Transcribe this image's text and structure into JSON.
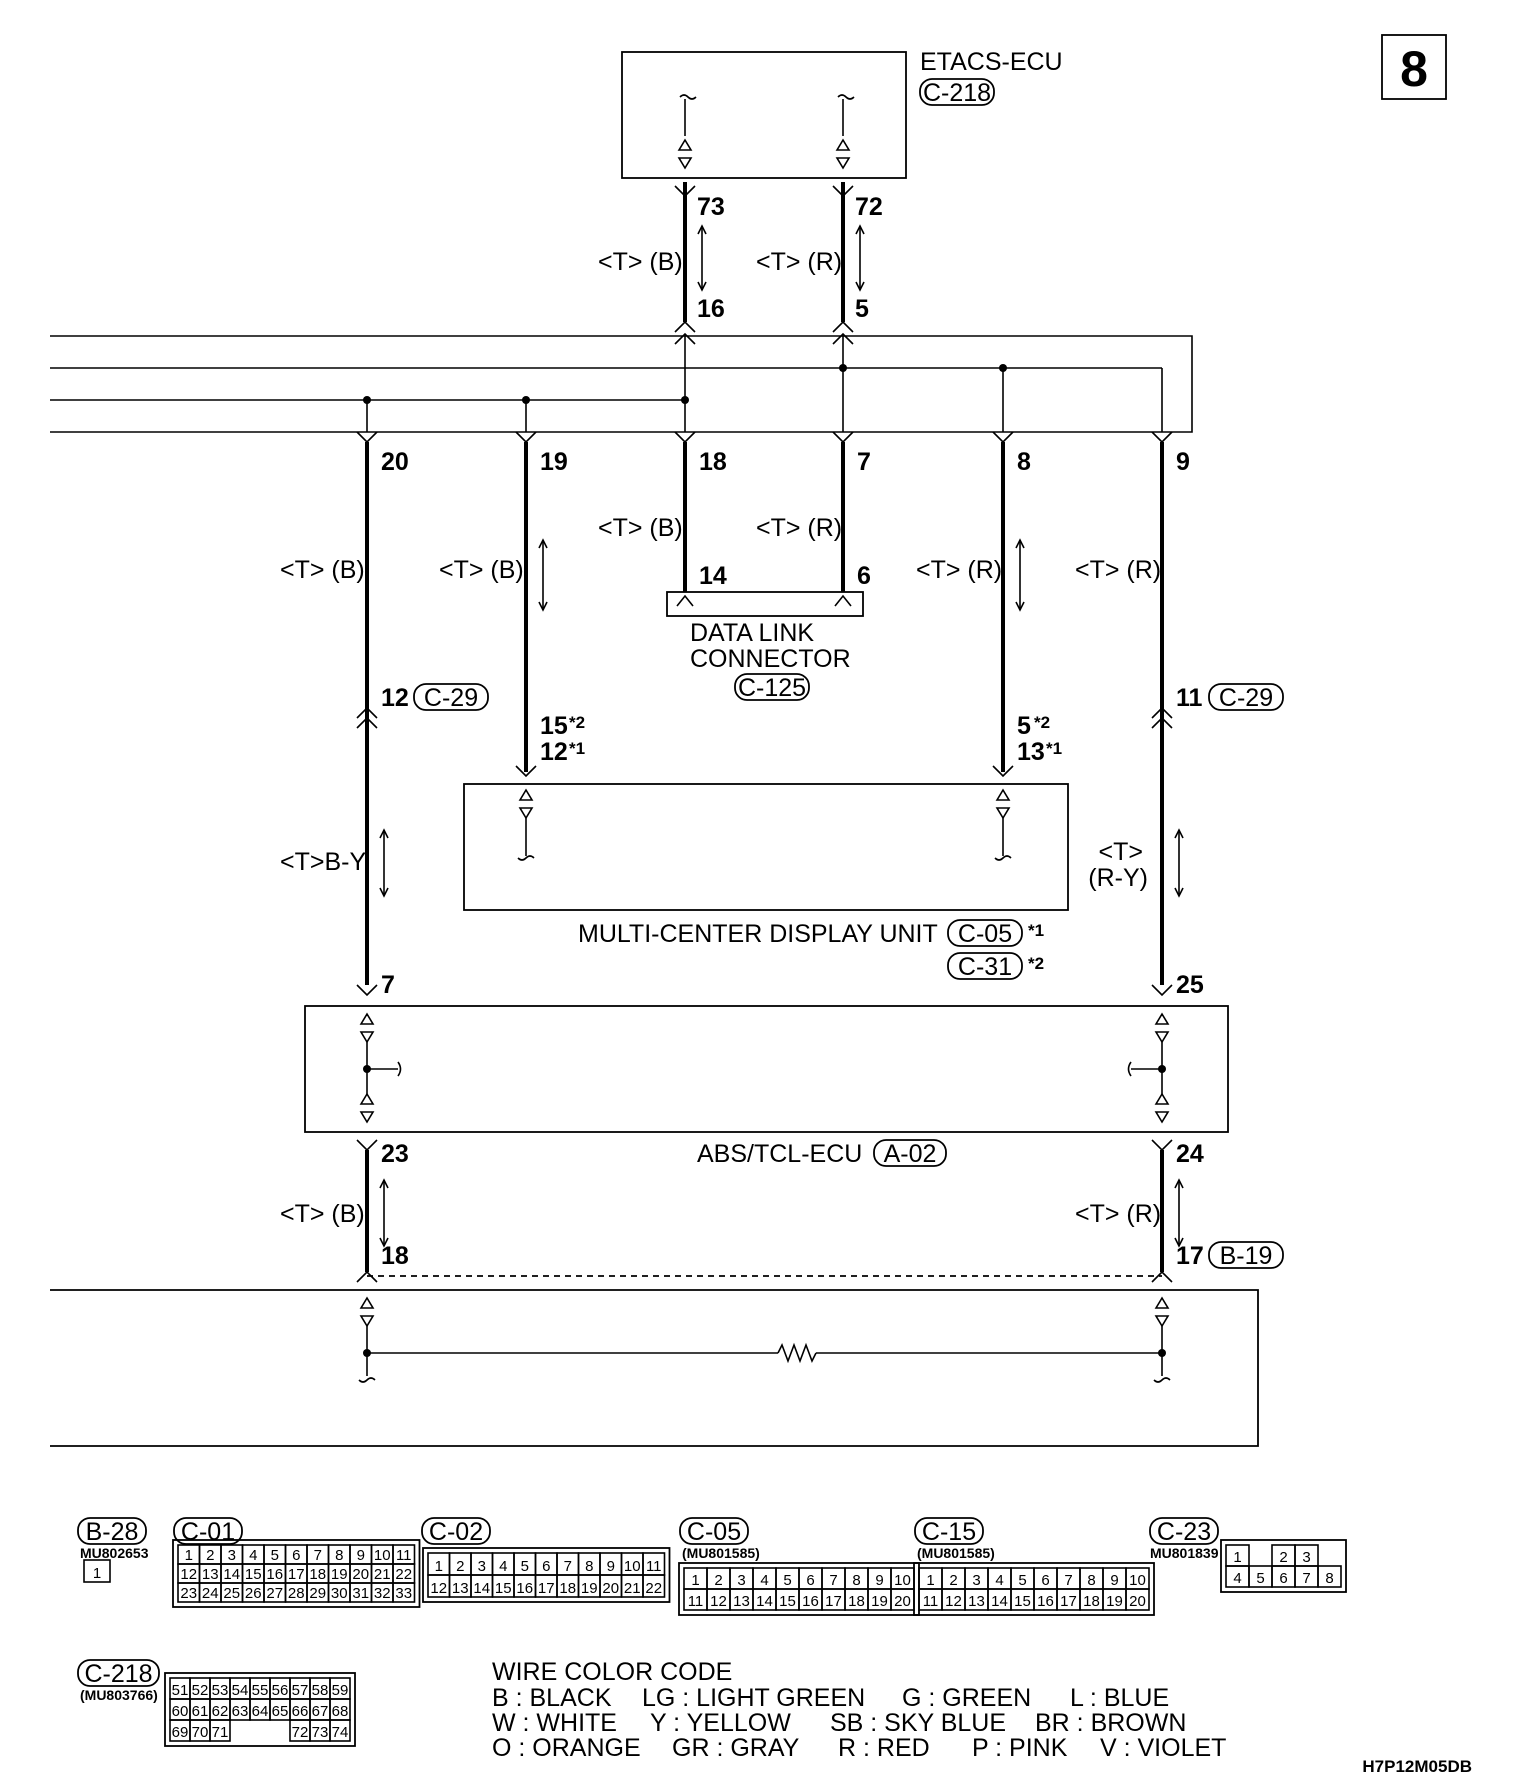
{
  "page_number": "8",
  "doc_code": "H7P12M05DB",
  "components": {
    "etacs": {
      "name": "ETACS-ECU",
      "connector": "C-218"
    },
    "dlc": {
      "name_line1": "DATA LINK",
      "name_line2": "CONNECTOR",
      "connector": "C-125"
    },
    "mcd": {
      "name": "MULTI-CENTER DISPLAY UNIT",
      "connector1": "C-05",
      "note1": "*1",
      "connector2": "C-31",
      "note2": "*2"
    },
    "abs": {
      "name": "ABS/TCL-ECU",
      "connector": "A-02"
    },
    "left_connector": "C-29",
    "right_connector": "C-29",
    "bottom_right_connector": "B-19"
  },
  "pins": {
    "e73": "73",
    "e72": "72",
    "j16": "16",
    "j5": "5",
    "p20": "20",
    "p19": "19",
    "p18": "18",
    "p7": "7",
    "p8": "8",
    "p9": "9",
    "d14": "14",
    "d6": "6",
    "l12": "12",
    "r11": "11",
    "m15": "15",
    "m15n": "*2",
    "m12": "12",
    "m12n": "*1",
    "m5": "5",
    "m5n": "*2",
    "m13": "13",
    "m13n": "*1",
    "a7": "7",
    "a25": "25",
    "a23": "23",
    "a24": "24",
    "b18": "18",
    "b17": "17"
  },
  "wire_labels": {
    "w1": "<T> (B)",
    "w2": "<T> (R)",
    "w3": "<T> (B)",
    "w4": "<T> (R)",
    "w5": "<T> (B)",
    "w6": "<T> (B)",
    "w7": "<T> (R)",
    "w8": "<T> (R)",
    "w9": "<T>B-Y",
    "w10a": "<T>",
    "w10b": "(R-Y)",
    "w11": "<T> (B)",
    "w12": "<T> (R)"
  },
  "connector_views": [
    {
      "id": "B-28",
      "part": "MU802653",
      "rows": [
        [
          "1"
        ]
      ]
    },
    {
      "id": "C-01",
      "part": "",
      "rows": [
        [
          "1",
          "2",
          "3",
          "4",
          "5",
          "6",
          "7",
          "8",
          "9",
          "10",
          "11"
        ],
        [
          "12",
          "13",
          "14",
          "15",
          "16",
          "17",
          "18",
          "19",
          "20",
          "21",
          "22"
        ],
        [
          "23",
          "24",
          "25",
          "26",
          "27",
          "28",
          "29",
          "30",
          "31",
          "32",
          "33"
        ]
      ]
    },
    {
      "id": "C-02",
      "part": "",
      "rows": [
        [
          "1",
          "2",
          "3",
          "4",
          "5",
          "6",
          "7",
          "8",
          "9",
          "10",
          "11"
        ],
        [
          "12",
          "13",
          "14",
          "15",
          "16",
          "17",
          "18",
          "19",
          "20",
          "21",
          "22"
        ]
      ]
    },
    {
      "id": "C-05",
      "part": "(MU801585)",
      "rows": [
        [
          "1",
          "2",
          "3",
          "4",
          "5",
          "6",
          "7",
          "8",
          "9",
          "10"
        ],
        [
          "11",
          "12",
          "13",
          "14",
          "15",
          "16",
          "17",
          "18",
          "19",
          "20"
        ]
      ]
    },
    {
      "id": "C-15",
      "part": "(MU801585)",
      "rows": [
        [
          "1",
          "2",
          "3",
          "4",
          "5",
          "6",
          "7",
          "8",
          "9",
          "10"
        ],
        [
          "11",
          "12",
          "13",
          "14",
          "15",
          "16",
          "17",
          "18",
          "19",
          "20"
        ]
      ]
    },
    {
      "id": "C-23",
      "part": "MU801839",
      "rows": [
        [
          "1",
          "",
          "2",
          "3"
        ],
        [
          "4",
          "5",
          "6",
          "7",
          "8"
        ]
      ]
    },
    {
      "id": "C-218",
      "part": "(MU803766)",
      "rows": [
        [
          "51",
          "52",
          "53",
          "54",
          "55",
          "56",
          "57",
          "58",
          "59"
        ],
        [
          "60",
          "61",
          "62",
          "63",
          "64",
          "65",
          "66",
          "67",
          "68"
        ],
        [
          "69",
          "70",
          "71",
          "",
          "",
          "",
          "72",
          "73",
          "74"
        ]
      ]
    }
  ],
  "wire_color_code": {
    "title": "WIRE COLOR CODE",
    "rows": [
      [
        "B : BLACK",
        "LG : LIGHT GREEN",
        "G : GREEN",
        "L : BLUE"
      ],
      [
        "W : WHITE",
        "Y : YELLOW",
        "SB : SKY BLUE",
        "BR : BROWN"
      ],
      [
        "O : ORANGE",
        "GR : GRAY",
        "R : RED",
        "P : PINK",
        "V : VIOLET"
      ]
    ]
  }
}
